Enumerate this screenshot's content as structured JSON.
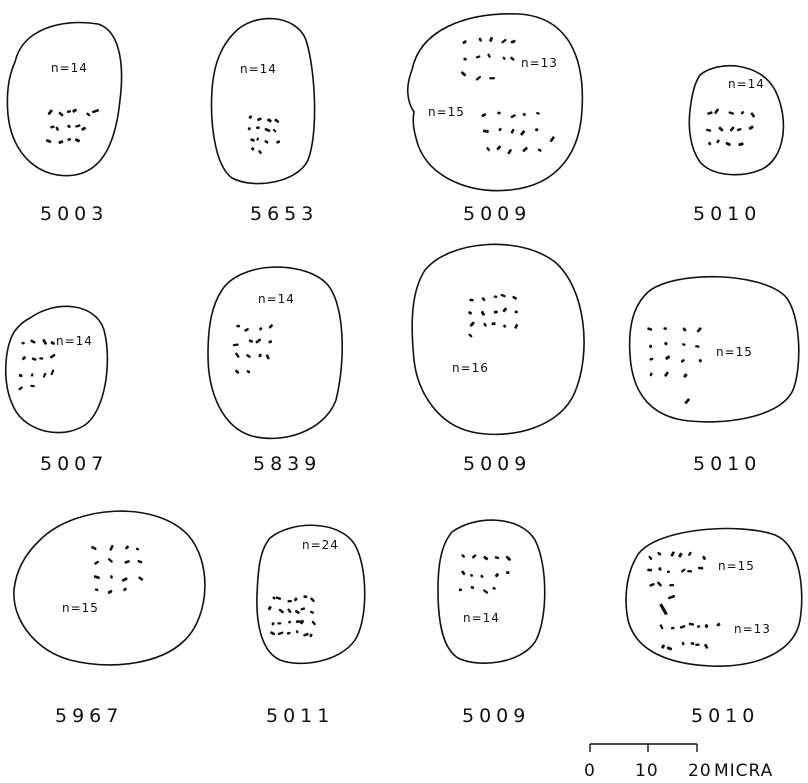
{
  "cells": [
    {
      "specimen": "5003",
      "groups": [
        {
          "n_label": "n=14"
        }
      ]
    },
    {
      "specimen": "5653",
      "groups": [
        {
          "n_label": "n=14"
        }
      ]
    },
    {
      "specimen": "5009",
      "groups": [
        {
          "n_label": "n=13"
        },
        {
          "n_label": "n=15"
        }
      ]
    },
    {
      "specimen": "5010",
      "groups": [
        {
          "n_label": "n=14"
        }
      ]
    },
    {
      "specimen": "5007",
      "groups": [
        {
          "n_label": "n=14"
        }
      ]
    },
    {
      "specimen": "5839",
      "groups": [
        {
          "n_label": "n=14"
        }
      ]
    },
    {
      "specimen": "5009",
      "groups": [
        {
          "n_label": "n=16"
        }
      ]
    },
    {
      "specimen": "5010",
      "groups": [
        {
          "n_label": "n=15"
        }
      ]
    },
    {
      "specimen": "5967",
      "groups": [
        {
          "n_label": "n=15"
        }
      ]
    },
    {
      "specimen": "5011",
      "groups": [
        {
          "n_label": "n=24"
        }
      ]
    },
    {
      "specimen": "5009",
      "groups": [
        {
          "n_label": "n=14"
        }
      ]
    },
    {
      "specimen": "5010",
      "groups": [
        {
          "n_label": "n=15"
        },
        {
          "n_label": "n=13"
        }
      ]
    }
  ],
  "scale_bar": {
    "ticks": [
      "0",
      "10",
      "20"
    ],
    "unit": "MICRA"
  }
}
